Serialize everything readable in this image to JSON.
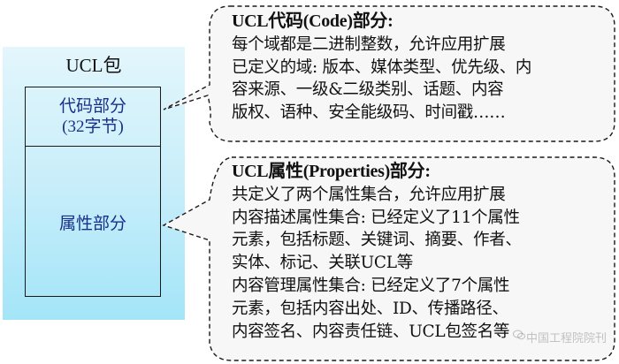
{
  "package": {
    "title": "UCL包",
    "code_section": {
      "label": "代码部分",
      "size": "(32字节)"
    },
    "properties_section": {
      "label": "属性部分"
    }
  },
  "code_callout": {
    "heading": "UCL代码(Code)部分:",
    "lines": [
      "每个域都是二进制整数，允许应用扩展",
      "已定义的域: 版本、媒体类型、优先级、内",
      "容来源、一级&二级类别、话题、内容",
      "版权、语种、安全能级码、时间戳……"
    ]
  },
  "properties_callout": {
    "heading": "UCL属性(Properties)部分:",
    "lines": [
      "共定义了两个属性集合，允许应用扩展",
      "内容描述属性集合: 已经定义了11个属性",
      "元素，包括标题、关键词、摘要、作者、",
      "实体、标记、关联UCL等",
      "内容管理属性集合: 已经定义了7个属性",
      "元素，包括内容出处、ID、传播路径、",
      "内容签名、内容责任链、UCL包签名等"
    ]
  },
  "watermark": {
    "icon": "wechat-icon",
    "text": "中国工程院院刊"
  },
  "colors": {
    "section_text": "#1a2f8c",
    "panel_top": "#e3f6fc",
    "panel_bottom": "#a3e5f8",
    "border": "#1a1a1a"
  }
}
